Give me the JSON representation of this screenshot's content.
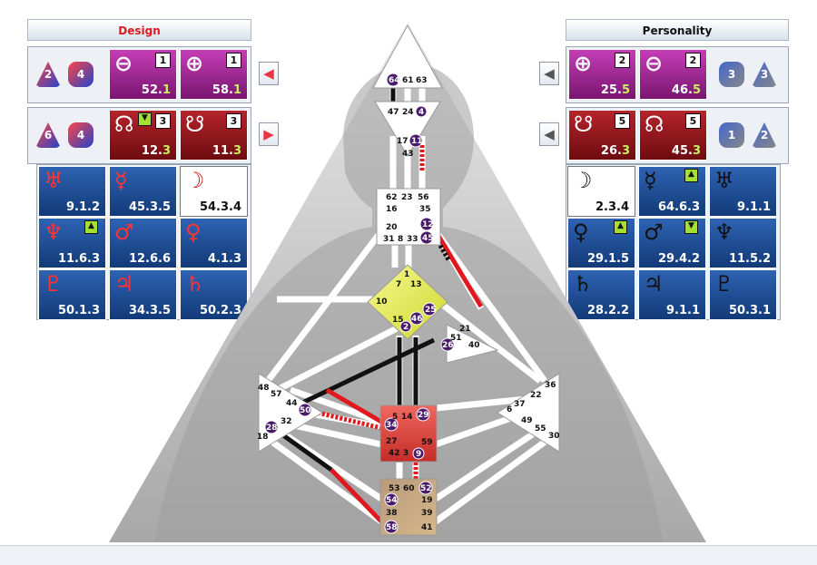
{
  "headers": {
    "design": "Design",
    "personality": "Personality"
  },
  "design": {
    "variables_top": {
      "left": "2",
      "right": "4"
    },
    "variables_bottom": {
      "left": "6",
      "right": "4"
    },
    "row1": [
      {
        "symbol": "⊖",
        "badge": "1",
        "value": "52.",
        "line": "1"
      },
      {
        "symbol": "⊕",
        "badge": "1",
        "value": "58.",
        "line": "1"
      }
    ],
    "row2": [
      {
        "symbol": "☊",
        "badge": "3",
        "value": "12.",
        "line": "3"
      },
      {
        "symbol": "☋",
        "badge": "3",
        "value": "11.",
        "line": "3"
      }
    ],
    "planets": [
      {
        "symbol": "♅",
        "value": "9.1.2"
      },
      {
        "symbol": "☿",
        "value": "45.3.5"
      },
      {
        "symbol": "☽",
        "value": "54.3.4"
      },
      {
        "symbol": "♆",
        "value": "11.6.3"
      },
      {
        "symbol": "♂",
        "value": "12.6.6"
      },
      {
        "symbol": "♀",
        "value": "4.1.3"
      },
      {
        "symbol": "♇",
        "value": "50.1.3"
      },
      {
        "symbol": "♃",
        "value": "34.3.5"
      },
      {
        "symbol": "♄",
        "value": "50.2.3"
      }
    ]
  },
  "personality": {
    "variables_top": {
      "left": "3",
      "right": "3"
    },
    "variables_bottom": {
      "left": "1",
      "right": "2"
    },
    "row1": [
      {
        "symbol": "⊕",
        "badge": "2",
        "value": "25.",
        "line": "5"
      },
      {
        "symbol": "⊖",
        "badge": "2",
        "value": "46.",
        "line": "5"
      }
    ],
    "row2": [
      {
        "symbol": "☋",
        "badge": "5",
        "value": "26.",
        "line": "3"
      },
      {
        "symbol": "☊",
        "badge": "5",
        "value": "45.",
        "line": "3"
      }
    ],
    "planets": [
      {
        "symbol": "☽",
        "value": "2.3.4"
      },
      {
        "symbol": "☿",
        "value": "64.6.3"
      },
      {
        "symbol": "♅",
        "value": "9.1.1"
      },
      {
        "symbol": "♀",
        "value": "29.1.5"
      },
      {
        "symbol": "♂",
        "value": "29.4.2"
      },
      {
        "symbol": "♆",
        "value": "11.5.2"
      },
      {
        "symbol": "♄",
        "value": "28.2.2"
      },
      {
        "symbol": "♃",
        "value": "9.1.1"
      },
      {
        "symbol": "♇",
        "value": "50.3.1"
      }
    ]
  },
  "icons": {
    "arrow_left": "arrow-left-icon",
    "arrow_right": "arrow-right-icon"
  },
  "colors": {
    "design_red": "#e0191e",
    "activation_circle": "#4a1b6b",
    "head_center": "#ffffff",
    "ajna_center": "#ffffff",
    "g_center": "#e6ef50",
    "sacral_center": "#e24c45",
    "root_center": "#c9a47a"
  },
  "bodygraph": {
    "head_gates": [
      "64",
      "61",
      "63"
    ],
    "ajna_gates": [
      "47",
      "24",
      "4",
      "17",
      "11",
      "43"
    ],
    "throat_gates": [
      "62",
      "23",
      "56",
      "16",
      "35",
      "20",
      "12",
      "31",
      "8",
      "33",
      "45"
    ],
    "g_gates": [
      "1",
      "7",
      "13",
      "10",
      "15",
      "46",
      "2",
      "25"
    ],
    "heart_gates": [
      "21",
      "51",
      "26",
      "40"
    ],
    "spleen_gates": [
      "48",
      "57",
      "44",
      "50",
      "32",
      "28",
      "18"
    ],
    "sacral_gates": [
      "5",
      "14",
      "29",
      "34",
      "27",
      "59",
      "42",
      "3",
      "9"
    ],
    "solar_gates": [
      "36",
      "22",
      "37",
      "6",
      "49",
      "55",
      "30"
    ],
    "root_gates": [
      "53",
      "60",
      "52",
      "54",
      "19",
      "38",
      "39",
      "58",
      "41"
    ]
  }
}
